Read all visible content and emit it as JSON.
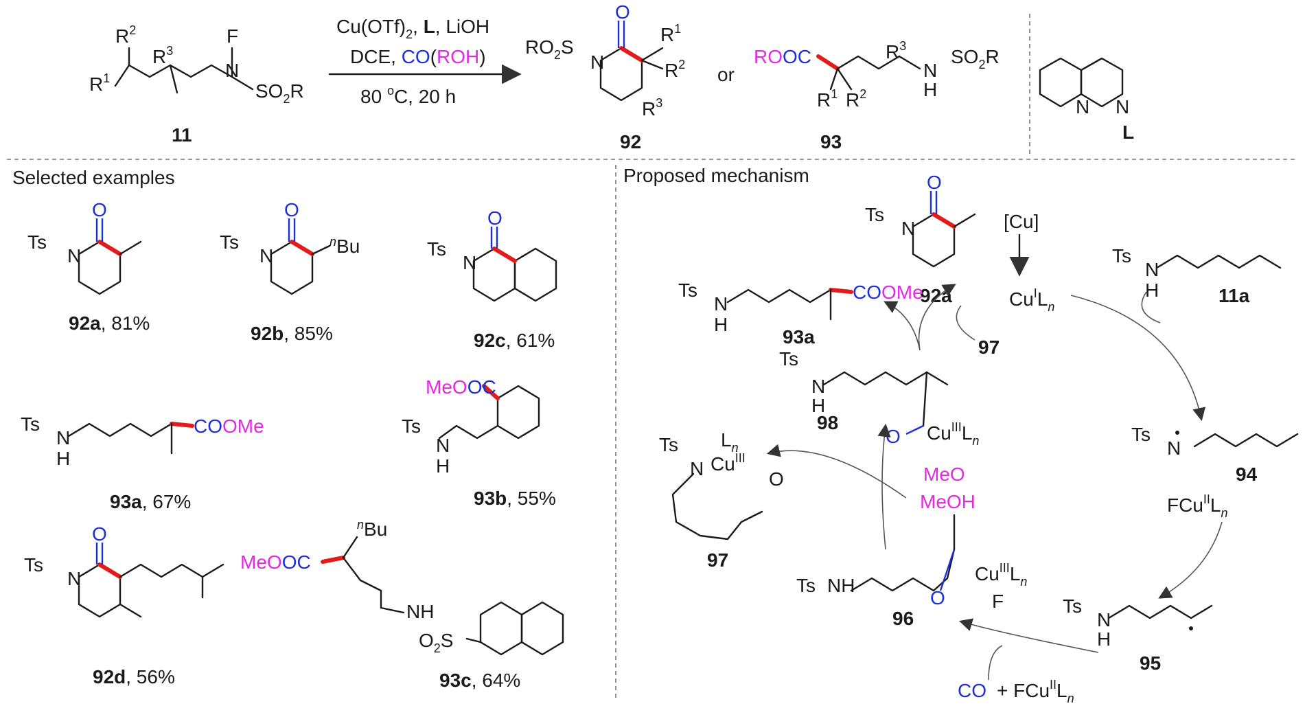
{
  "reaction": {
    "reagent_line1": "Cu(OTf)2, L, LiOH",
    "reagent_line2": "DCE, CO(ROH)",
    "reagent_line3": "80 °C, 20 h",
    "or": "or",
    "substrate": "11",
    "product_lactam": "92",
    "product_ester": "93",
    "ligand": "L"
  },
  "sections": {
    "examples_title": "Selected examples",
    "mechanism_title": "Proposed mechanism"
  },
  "examples": [
    {
      "id": "92a",
      "yield": ", 81%"
    },
    {
      "id": "92b",
      "yield": ", 85%"
    },
    {
      "id": "92c",
      "yield": ", 61%"
    },
    {
      "id": "93a",
      "yield": ", 67%"
    },
    {
      "id": "93b",
      "yield": ", 55%"
    },
    {
      "id": "92d",
      "yield": ", 56%"
    },
    {
      "id": "93c",
      "yield": ", 64%"
    }
  ],
  "mechanism": {
    "cu_catalyst": "[Cu]",
    "cu_i": "CuILn",
    "labels": [
      "92a",
      "93a",
      "97",
      "98",
      "97",
      "11a",
      "94",
      "95",
      "96"
    ],
    "fcu": "FCuIILn",
    "co_add": "CO",
    "fcu_add": "+ FCuIILn",
    "meoh": "MeOH"
  },
  "colors": {
    "red_bond": "#e31b1b",
    "carbonyl_blue": "#1c2fd6",
    "alcohol_magenta": "#e22be0"
  }
}
